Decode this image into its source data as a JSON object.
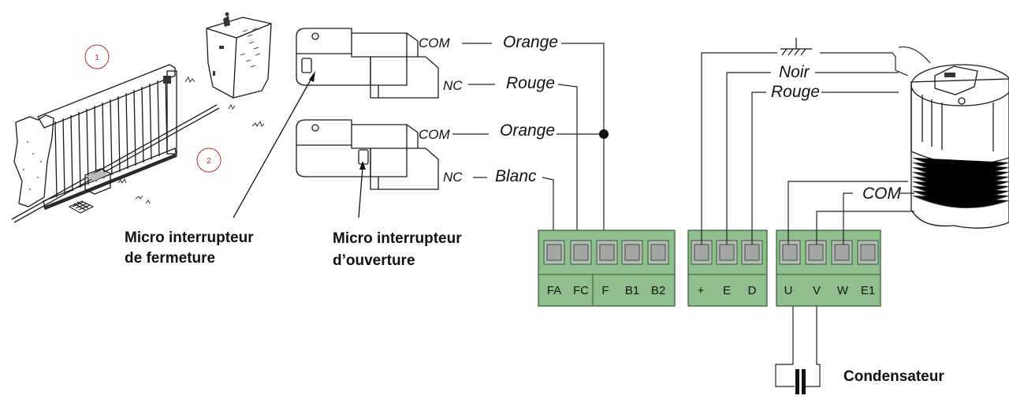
{
  "markers": {
    "one": "1",
    "two": "2"
  },
  "switches": {
    "top": {
      "com_pin": "COM",
      "nc_pin": "NC",
      "com_wire": "Orange",
      "nc_wire": "Rouge"
    },
    "bottom": {
      "com_pin": "COM",
      "nc_pin": "NC",
      "com_wire": "Orange",
      "nc_wire": "Blanc"
    }
  },
  "captions": {
    "closing_line1": "Micro interrupteur",
    "closing_line2": "de fermeture",
    "opening_line1": "Micro interrupteur",
    "opening_line2": "d’ouverture",
    "capacitor": "Condensateur"
  },
  "motor": {
    "black_wire": "Noir",
    "red_wire": "Rouge",
    "com_label": "COM"
  },
  "terminals": {
    "block1": [
      "FA",
      "FC",
      "F",
      "B1",
      "B2"
    ],
    "block2": [
      "+",
      "E",
      "D"
    ],
    "block3": [
      "U",
      "V",
      "W",
      "E1"
    ]
  },
  "colors": {
    "terminal_fill": "#8fbf8c",
    "terminal_stroke": "#2e5a33",
    "screw_fill": "#b9b9b9",
    "marker": "#c0282d"
  }
}
